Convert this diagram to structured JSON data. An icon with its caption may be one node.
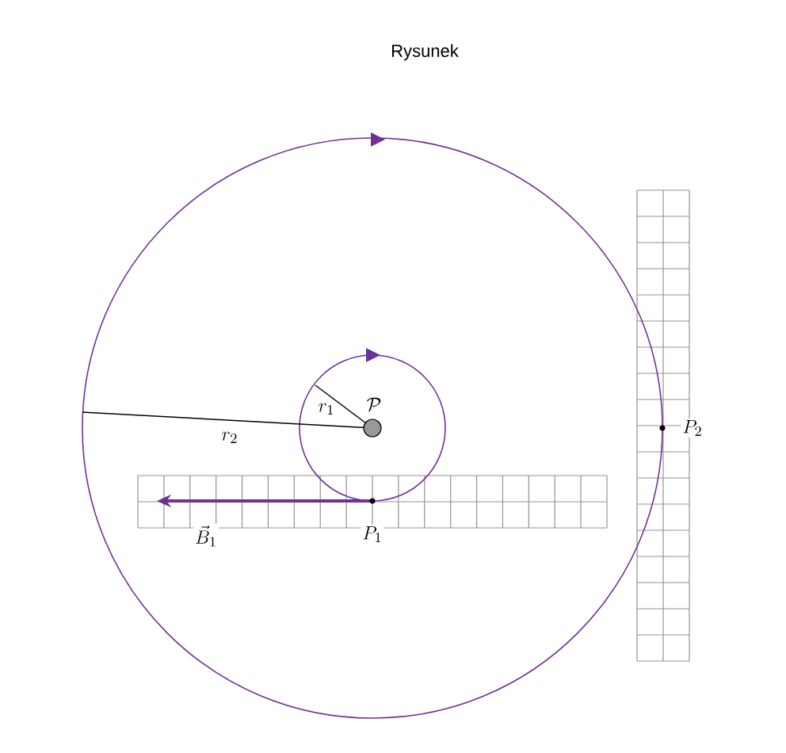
{
  "diagram": {
    "title": "Rysunek",
    "labels": [
      "\\mathcal{P}",
      "r_1",
      "r_2",
      "\\vec{B}_1",
      "P_1",
      "P_2"
    ]
  }
}
